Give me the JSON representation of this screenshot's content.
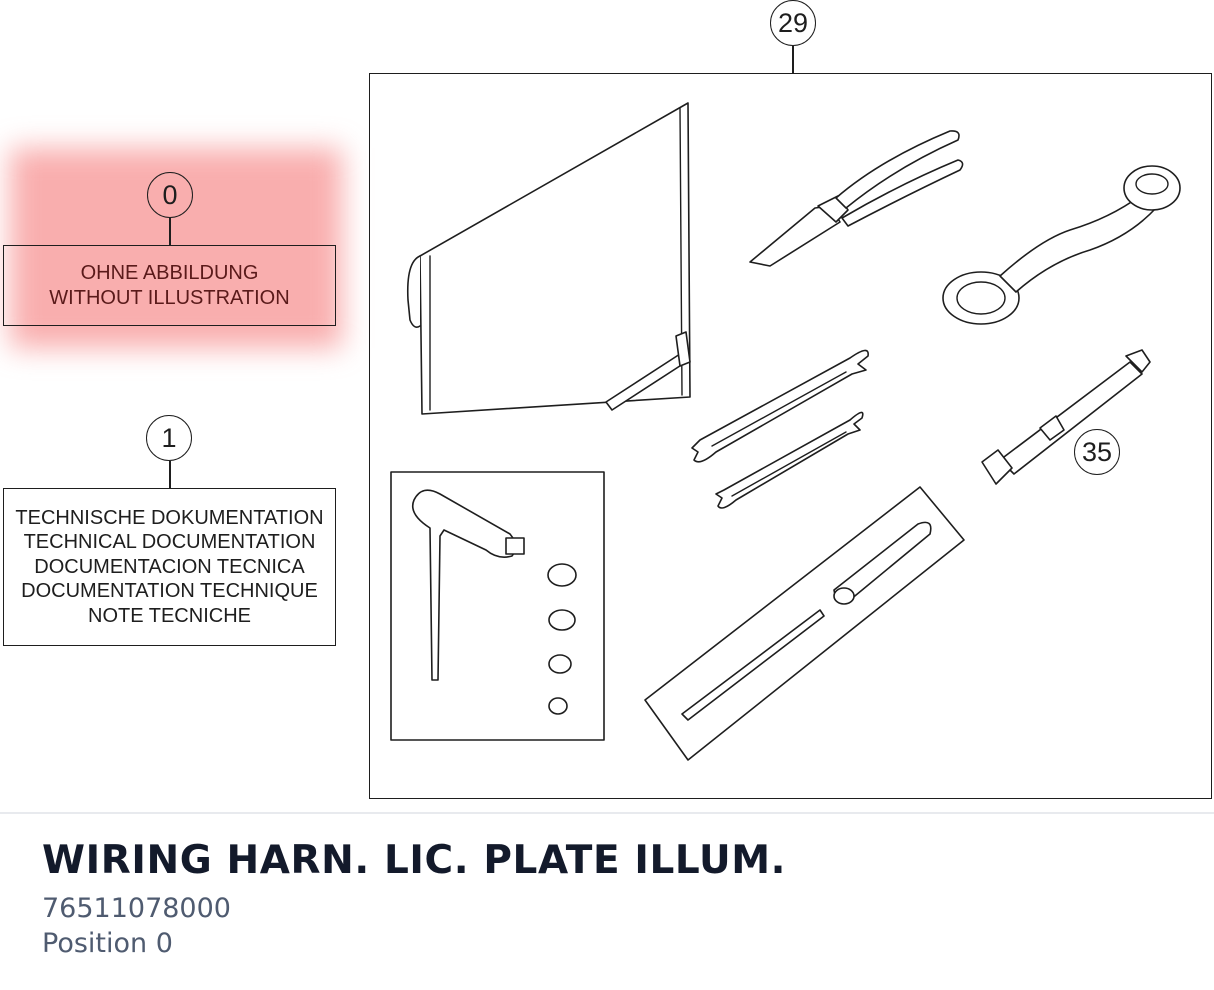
{
  "diagram": {
    "callouts": {
      "c0": "0",
      "c1": "1",
      "c29": "29",
      "c35": "35"
    },
    "box0": {
      "lines": [
        "OHNE ABBILDUNG",
        "WITHOUT ILLUSTRATION"
      ],
      "highlighted": true,
      "highlight_color": "#f46c6c"
    },
    "box1": {
      "lines": [
        "TECHNISCHE DOKUMENTATION",
        "TECHNICAL DOCUMENTATION",
        "DOCUMENTACION TECNICA",
        "DOCUMENTATION TECHNIQUE",
        "NOTE TECNICHE"
      ]
    },
    "tool_icons": [
      "tool-bag-icon",
      "pliers-icon",
      "ring-spanner-icon",
      "hex-key-icon",
      "open-end-wrench-icon",
      "socket-wrench-icon",
      "t-handle-set-icon",
      "screwdriver-icon"
    ]
  },
  "part": {
    "title": "WIRING HARN. LIC. PLATE ILLUM.",
    "number": "76511078000",
    "position": "Position 0"
  },
  "colors": {
    "title": "#131a2b",
    "meta": "#4f5b70",
    "line_art": "#1e1e1e"
  }
}
